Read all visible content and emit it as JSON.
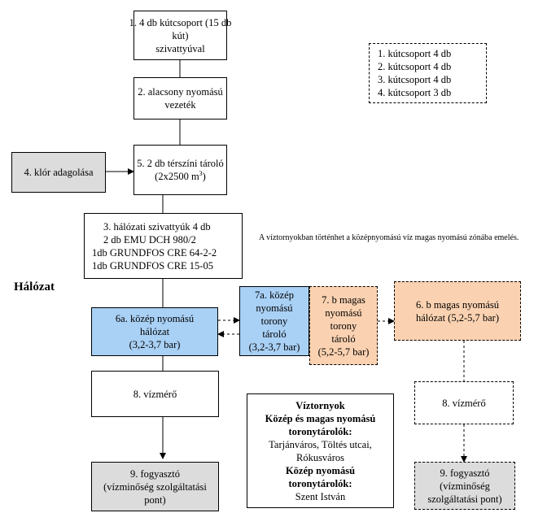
{
  "boxes": {
    "b1": [
      "1. 4 db kútcsoport (15 db",
      "kút)",
      "szivattyúval"
    ],
    "b2": [
      "2. alacsony nyomású",
      "vezeték"
    ],
    "b4klor": [
      "4. klór adagolása"
    ],
    "b5": [
      "5. 2 db térszíni tároló",
      "(2x2500 m"
    ],
    "b5sup": "3",
    "b5end": ")",
    "b3": [
      "3. hálózati szivattyúk 4 db",
      "2 db EMU DCH 980/2",
      "1db GRUNDFOS   CRE 64-2-2",
      "1db GRUNDFOS   CRE 15-05"
    ],
    "b6a": [
      "6a. közép nyomású",
      "hálózat",
      "(3,2-3,7 bar)"
    ],
    "b7a": [
      "7a. közép",
      "nyomású",
      "torony",
      "tároló",
      "(3,2-3,7 bar)"
    ],
    "b7b": [
      "7. b magas",
      "nyomású",
      "torony",
      "tároló",
      "(5,2-5,7 bar)"
    ],
    "b6b": [
      "6. b magas nyomású",
      "hálózat (5,2-5,7 bar)"
    ],
    "b8": [
      "8. vízmérő"
    ],
    "b8r": [
      "8. vízmérő"
    ],
    "b9": [
      "9. fogyasztó",
      "(vízminőség szolgáltatási",
      "pont)"
    ],
    "b9r": [
      "9. fogyasztó",
      "(vízminőség",
      "szolgáltatási pont)"
    ],
    "legend": [
      "1. kútcsoport 4 db",
      "2. kútcsoport 4 db",
      "3. kútcsoport 4 db",
      "4. kútcsoport 3 db"
    ],
    "towers": {
      "title": "Víztornyok",
      "h1": "Közép és magas nyomású",
      "h2": "toronytárolók:",
      "t1": "Tarjánváros, Töltés utcai,",
      "t2": "Rókusváros",
      "h3": "Közép nyomású",
      "h4": "toronytárolók:",
      "t3": "Szent István"
    }
  },
  "note": "A víztornyokban történhet a középnyomású víz magas nyomású zónába emelés.",
  "halozat": "Hálózat",
  "colors": {
    "gray": "#dcdcdc",
    "blue": "#a9d0f5",
    "orange": "#fbd2b1"
  }
}
